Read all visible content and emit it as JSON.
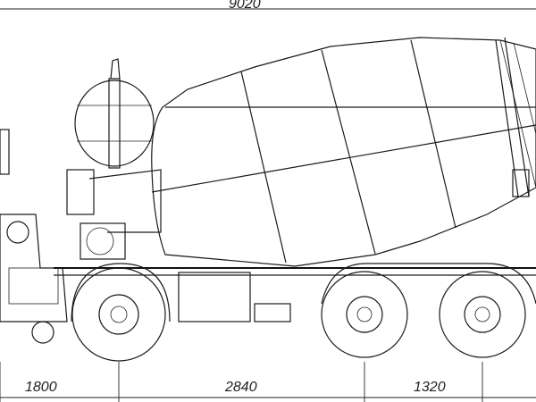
{
  "drawing": {
    "overall_length": "9020",
    "dimensions": [
      "1800",
      "2840",
      "1320"
    ]
  }
}
